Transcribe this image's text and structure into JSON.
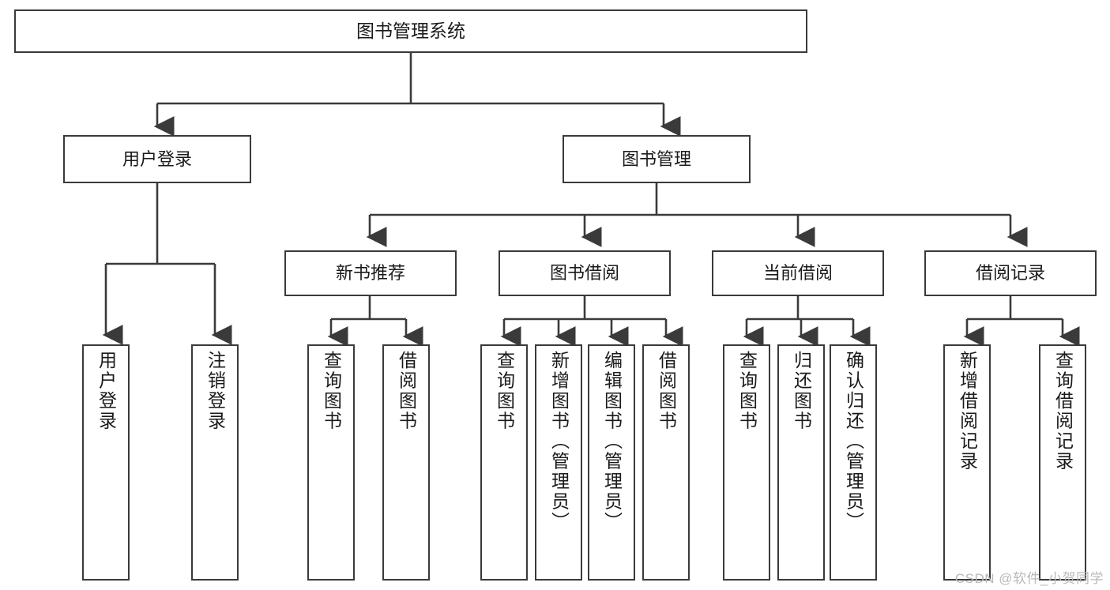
{
  "diagram": {
    "title": "图书管理系统",
    "type": "tree-hierarchy-chart",
    "watermark": "CSDN @软件_小贺同学",
    "colors": {
      "background": "#ffffff",
      "box_border": "#3a3a3a",
      "box_fill": "#ffffff",
      "edge": "#3a3a3a",
      "text": "#1a1a1a",
      "watermark": "#b9b9b9"
    },
    "root": {
      "label": "图书管理系统"
    },
    "level2": [
      {
        "label": "用户登录"
      },
      {
        "label": "图书管理"
      }
    ],
    "level3": [
      {
        "label": "新书推荐"
      },
      {
        "label": "图书借阅"
      },
      {
        "label": "当前借阅"
      },
      {
        "label": "借阅记录"
      }
    ],
    "leaves_user_login": [
      {
        "label": "用户登录"
      },
      {
        "label": "注销登录"
      }
    ],
    "leaves_new_book": [
      {
        "label": "查询图书"
      },
      {
        "label": "借阅图书"
      }
    ],
    "leaves_borrow": [
      {
        "label": "查询图书"
      },
      {
        "label": "新增图书（管理员）"
      },
      {
        "label": "编辑图书（管理员）"
      },
      {
        "label": "借阅图书"
      }
    ],
    "leaves_current": [
      {
        "label": "查询图书"
      },
      {
        "label": "归还图书"
      },
      {
        "label": "确认归还（管理员）"
      }
    ],
    "leaves_record": [
      {
        "label": "新增借阅记录"
      },
      {
        "label": "查询借阅记录"
      }
    ]
  }
}
